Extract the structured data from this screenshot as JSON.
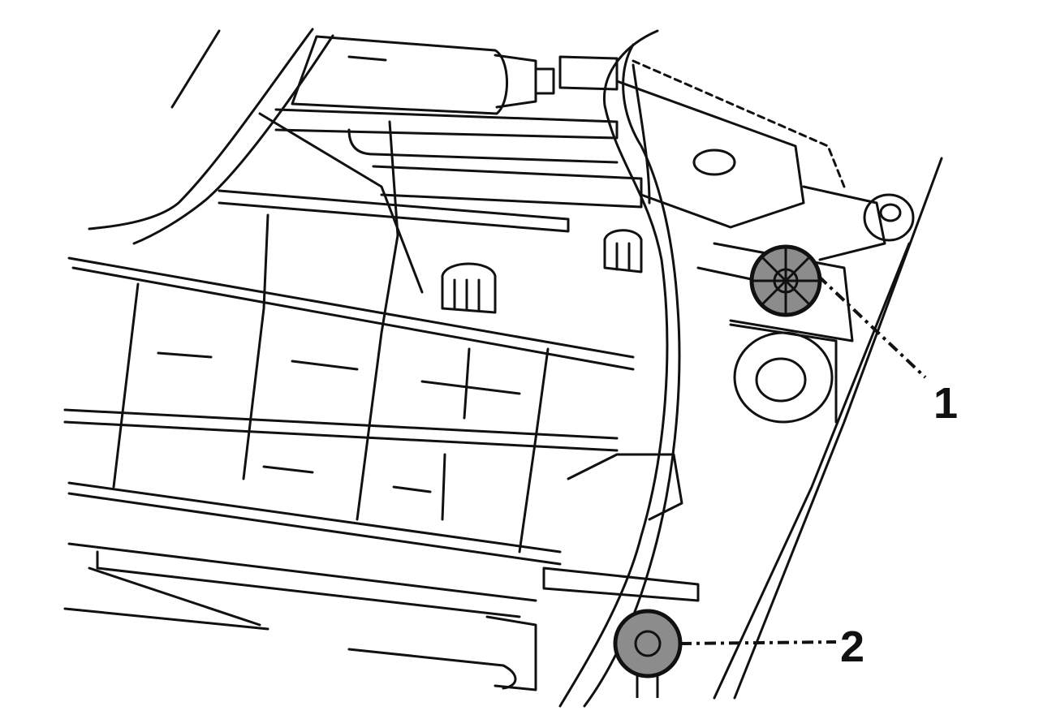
{
  "callouts": [
    {
      "id": "1",
      "label": "1"
    },
    {
      "id": "2",
      "label": "2"
    }
  ],
  "colors": {
    "line": "#111111",
    "fill_marked": "#8c8c8c",
    "background": "#ffffff"
  }
}
